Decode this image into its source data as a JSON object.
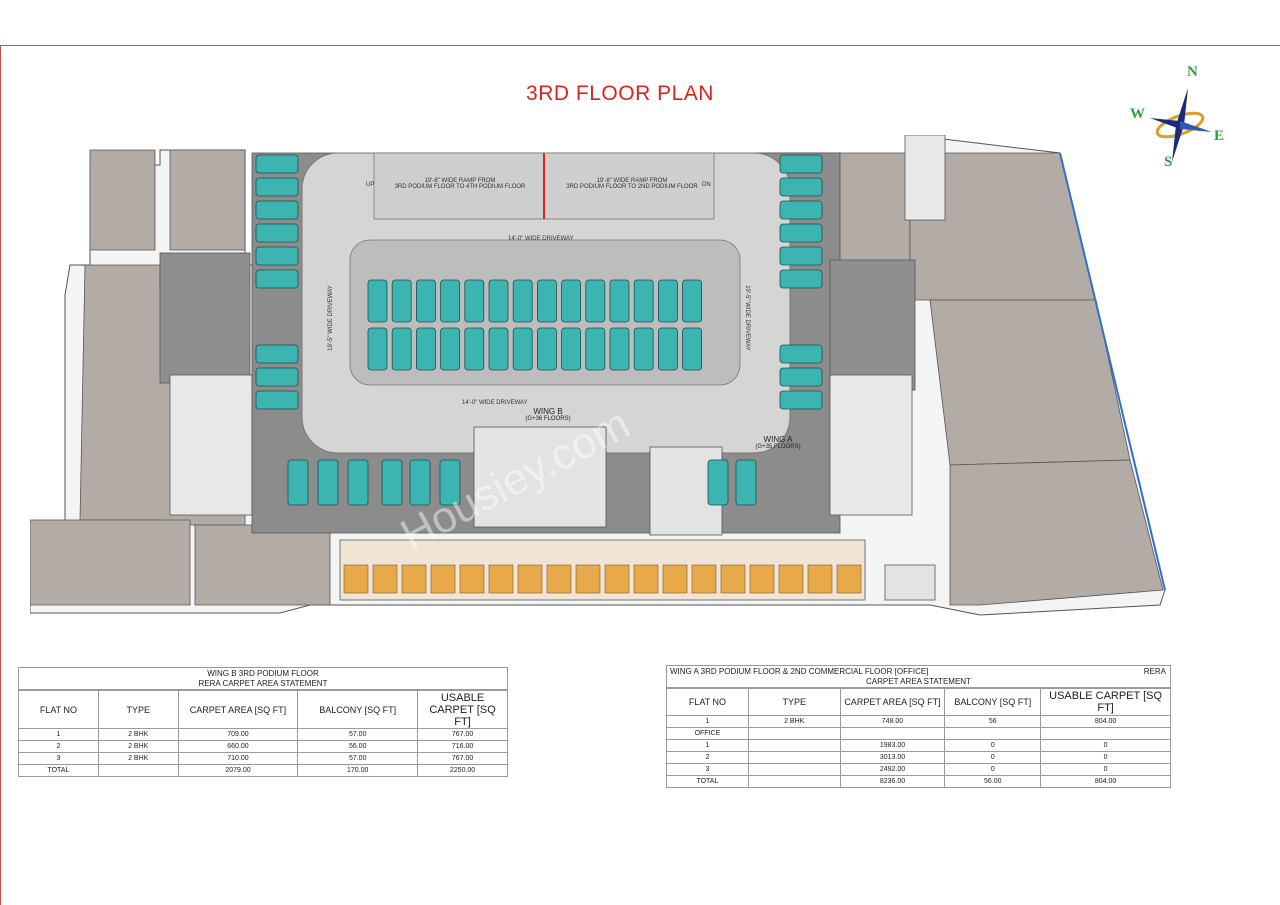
{
  "title": "3RD FLOOR PLAN",
  "compass": {
    "n": "N",
    "e": "E",
    "s": "S",
    "w": "W"
  },
  "plan": {
    "ramp_left": "19'-8\" WIDE RAMP FROM\n3RD PODIUM FLOOR TO 4TH PODIUM FLOOR",
    "ramp_right": "19'-8\" WIDE RAMP FROM\n3RD PODIUM FLOOR TO 2ND PODIUM FLOOR",
    "up": "UP",
    "dn": "DN",
    "driveway_top": "14'-0\" WIDE DRIVEWAY",
    "driveway_bottom": "14'-0\" WIDE DRIVEWAY",
    "driveway_left": "19'-5\" WIDE DRIVEWAY",
    "driveway_right": "19'-5\" WIDE DRIVEWAY",
    "wing_b": "WING B",
    "wing_b_sub": "(G+36 FLOORS)",
    "wing_a": "WING A",
    "wing_a_sub": "(G+35 FLOORS)",
    "watermark": "Housiey.com"
  },
  "wing_b_table": {
    "title_line1": "WING B  3RD PODIUM FLOOR",
    "title_line2": "RERA CARPET AREA STATEMENT",
    "headers": [
      "FLAT NO",
      "TYPE",
      "CARPET AREA [SQ FT]",
      "BALCONY [SQ FT]",
      "USABLE CARPET [SQ FT]"
    ],
    "rows": [
      [
        "1",
        "2 BHK",
        "709.00",
        "57.00",
        "767.00"
      ],
      [
        "2",
        "2 BHK",
        "660.00",
        "56.00",
        "716.00"
      ],
      [
        "3",
        "2 BHK",
        "710.00",
        "57.00",
        "767.00"
      ],
      [
        "TOTAL",
        "",
        "2079.00",
        "170.00",
        "2250.00"
      ]
    ]
  },
  "wing_a_table": {
    "title_line1": "WING A 3RD PODIUM FLOOR & 2ND COMMERCIAL FLOOR [OFFICE]",
    "title_rera": "RERA",
    "title_line2": "CARPET AREA STATEMENT",
    "headers": [
      "FLAT NO",
      "TYPE",
      "CARPET AREA [SQ FT]",
      "BALCONY [SQ FT]",
      "USABLE CARPET [SQ FT]"
    ],
    "rows": [
      [
        "1",
        "2 BHK",
        "748.00",
        "56",
        "804.00"
      ],
      [
        "OFFICE",
        "",
        "",
        "",
        ""
      ],
      [
        "1",
        "",
        "1983.00",
        "0",
        "0"
      ],
      [
        "2",
        "",
        "3013.00",
        "0",
        "0"
      ],
      [
        "3",
        "",
        "2492.00",
        "0",
        "0"
      ],
      [
        "TOTAL",
        "",
        "8236.00",
        "56.00",
        "804.00"
      ]
    ]
  },
  "colors": {
    "title": "#d9261c",
    "car": "#3cb5b1",
    "driveway": "#bdbdbd",
    "room": "#b3aca6",
    "compass_letters": "#2e9e3c"
  }
}
